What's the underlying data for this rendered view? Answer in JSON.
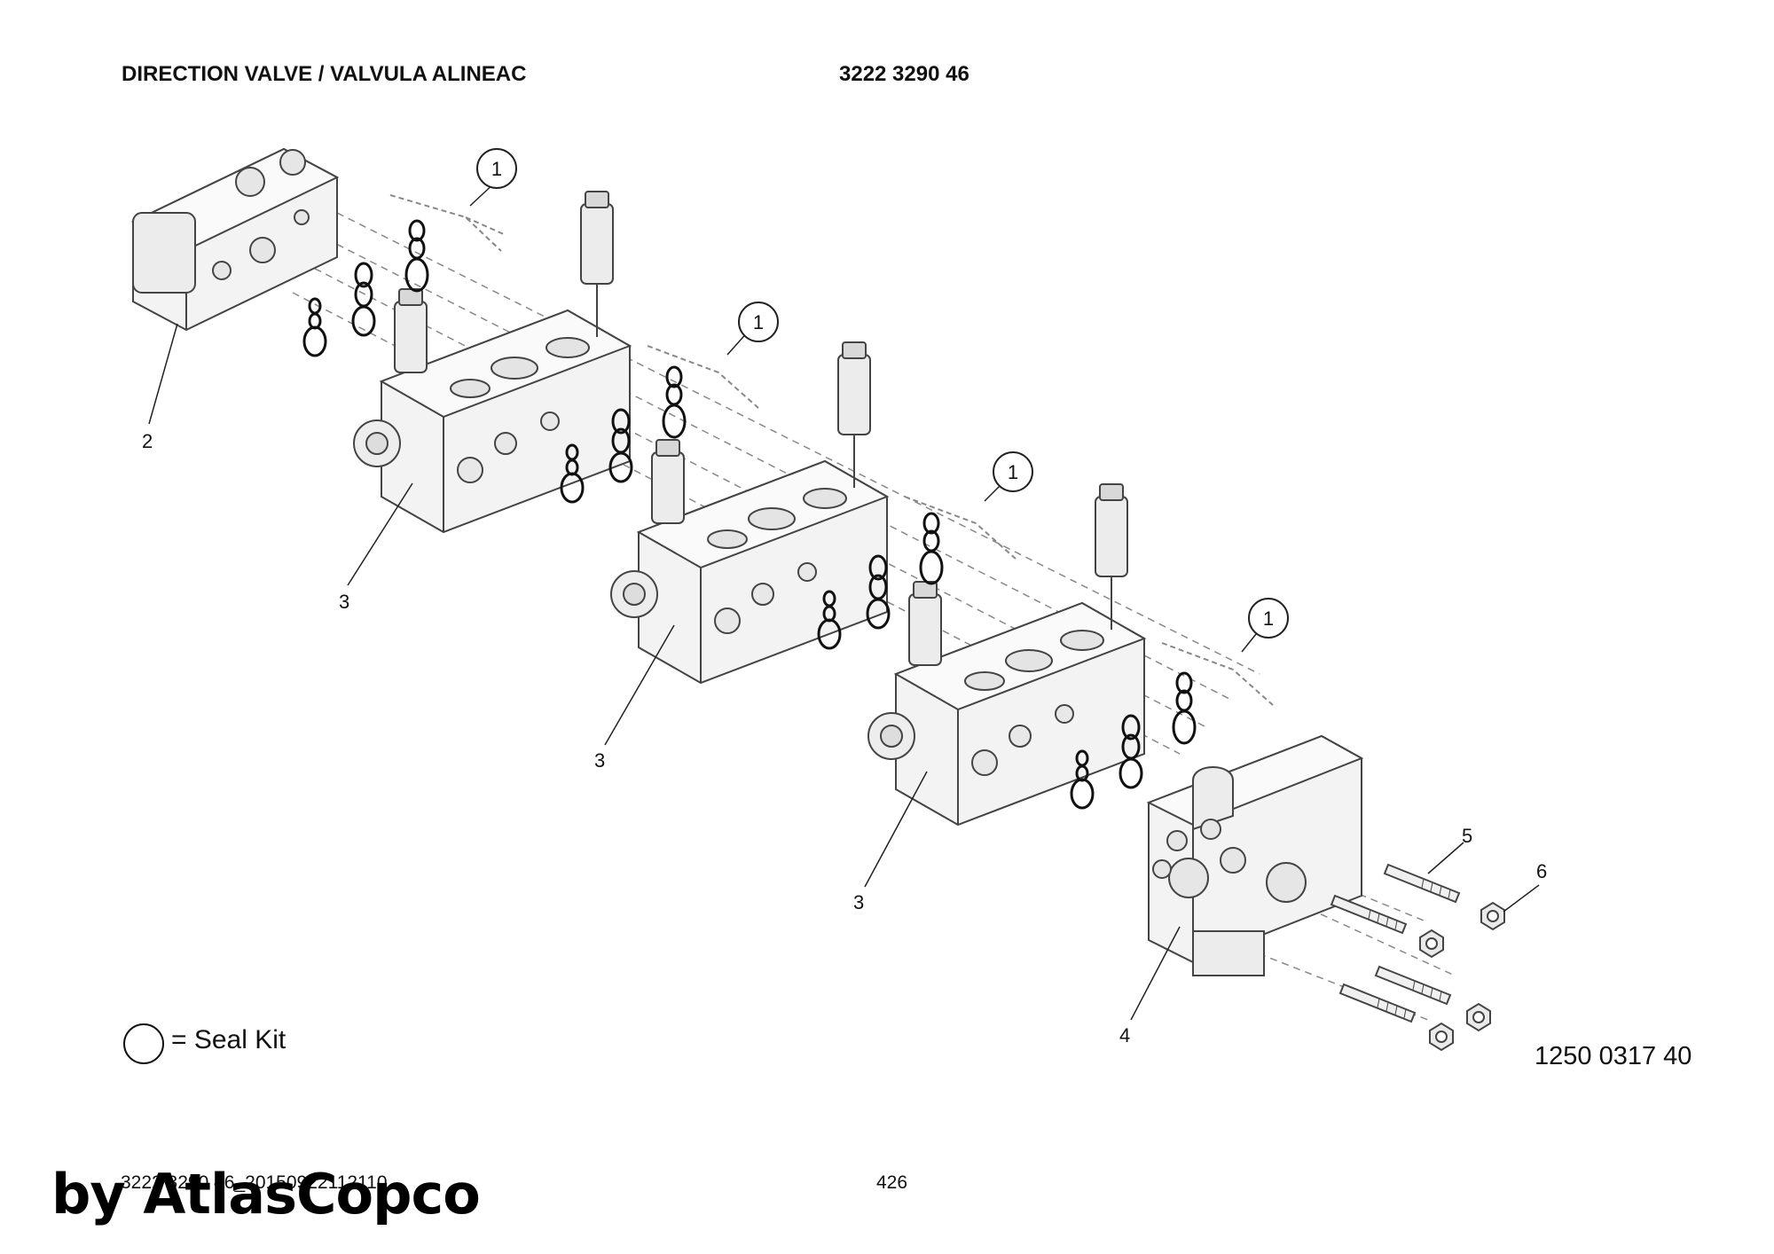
{
  "header": {
    "title": "DIRECTION VALVE / VALVULA ALINEAC",
    "part_number": "3222 3290 46"
  },
  "callouts": [
    {
      "id": "c1a",
      "label": "1"
    },
    {
      "id": "c1b",
      "label": "1"
    },
    {
      "id": "c1c",
      "label": "1"
    },
    {
      "id": "c1d",
      "label": "1"
    },
    {
      "id": "c2",
      "label": "2"
    },
    {
      "id": "c3a",
      "label": "3"
    },
    {
      "id": "c3b",
      "label": "3"
    },
    {
      "id": "c3c",
      "label": "3"
    },
    {
      "id": "c4",
      "label": "4"
    },
    {
      "id": "c5",
      "label": "5"
    },
    {
      "id": "c6",
      "label": "6"
    }
  ],
  "legend": {
    "text": "= Seal Kit"
  },
  "drawing_number": "1250 0317 40",
  "footer": {
    "doc_id": "3222 3290 46_20150922112110",
    "page": "426"
  },
  "watermark": "by AtlasCopco"
}
